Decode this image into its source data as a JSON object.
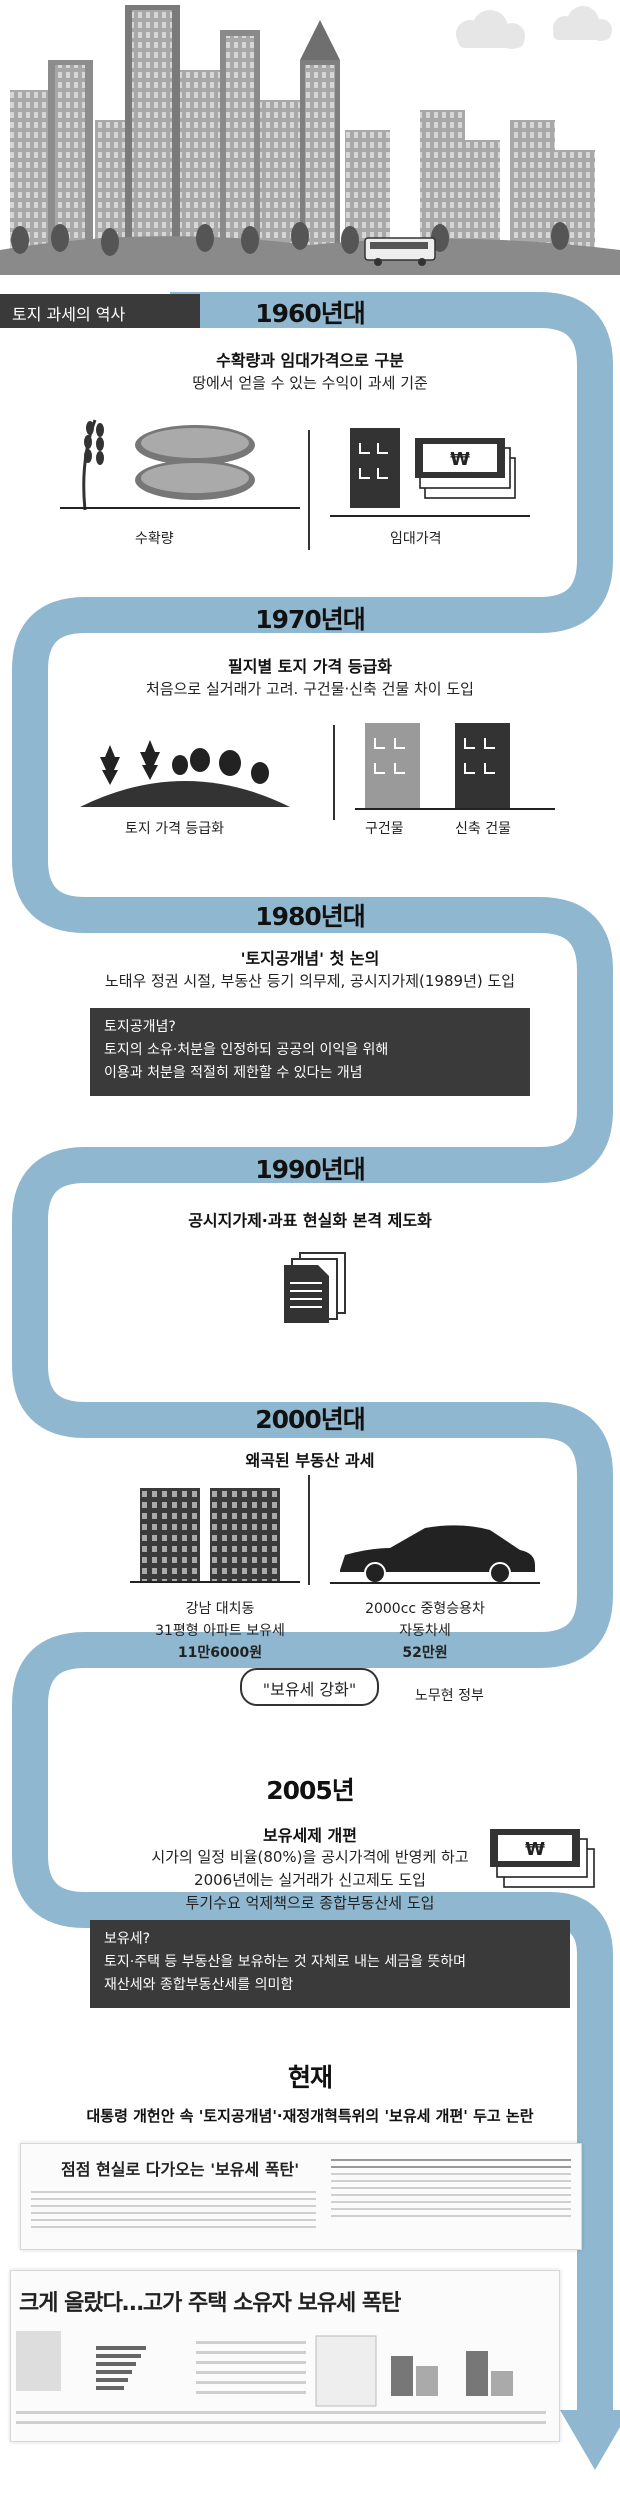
{
  "title": "토지 과세의 역사",
  "colors": {
    "road": "#8fb7cf",
    "dark_box": "#3a3a3a",
    "buildings": "#9a9a9a"
  },
  "eras": {
    "e1960": {
      "decade": "1960년대",
      "heading": "수확량과 임대가격으로 구분",
      "sub": "땅에서 얻을 수 있는 수익이 과세 기준",
      "left_label": "수확량",
      "right_label": "임대가격"
    },
    "e1970": {
      "decade": "1970년대",
      "heading": "필지별 토지 가격 등급화",
      "sub": "처음으로 실거래가 고려. 구건물·신축 건물 차이 도입",
      "left_label": "토지 가격 등급화",
      "old_label": "구건물",
      "new_label": "신축 건물"
    },
    "e1980": {
      "decade": "1980년대",
      "heading": "'토지공개념' 첫 논의",
      "sub": "노태우 정권 시절, 부동산 등기 의무제, 공시지가제(1989년) 도입",
      "box": [
        "토지공개념?",
        "토지의 소유·처분을 인정하되 공공의 이익을 위해",
        "이용과 처분을 적절히 제한할 수 있다는 개념"
      ]
    },
    "e1990": {
      "decade": "1990년대",
      "heading": "공시지가제·과표 현실화 본격 제도화"
    },
    "e2000": {
      "decade": "2000년대",
      "heading": "왜곡된 부동산 과세",
      "apt_label1": "강남 대치동",
      "apt_label2": "31평형 아파트 보유세",
      "apt_value": "11만6000원",
      "car_label1": "2000cc 중형승용차",
      "car_label2": "자동차세",
      "car_value": "52만원",
      "quote": "\"보유세 강화\"",
      "quote_by": "노무현 정부"
    },
    "e2005": {
      "decade": "2005년",
      "heading": "보유세제 개편",
      "lines": [
        "시가의 일정 비율(80%)을 공시가격에 반영케 하고",
        "2006년에는 실거래가 신고제도 도입",
        "투기수요 억제책으로 종합부동산세 도입"
      ],
      "box": [
        "보유세?",
        "토지·주택 등 부동산을 보유하는 것 자체로 내는 세금을 뜻하며",
        "재산세와 종합부동산세를 의미함"
      ]
    },
    "now": {
      "decade": "현재",
      "heading": "대통령 개헌안 속 '토지공개념'·재정개혁특위의 '보유세 개편' 두고 논란",
      "news1": "점점 현실로 다가오는 '보유세 폭탄'",
      "news2": "크게 올랐다…고가 주택 소유자 보유세 폭탄"
    }
  }
}
